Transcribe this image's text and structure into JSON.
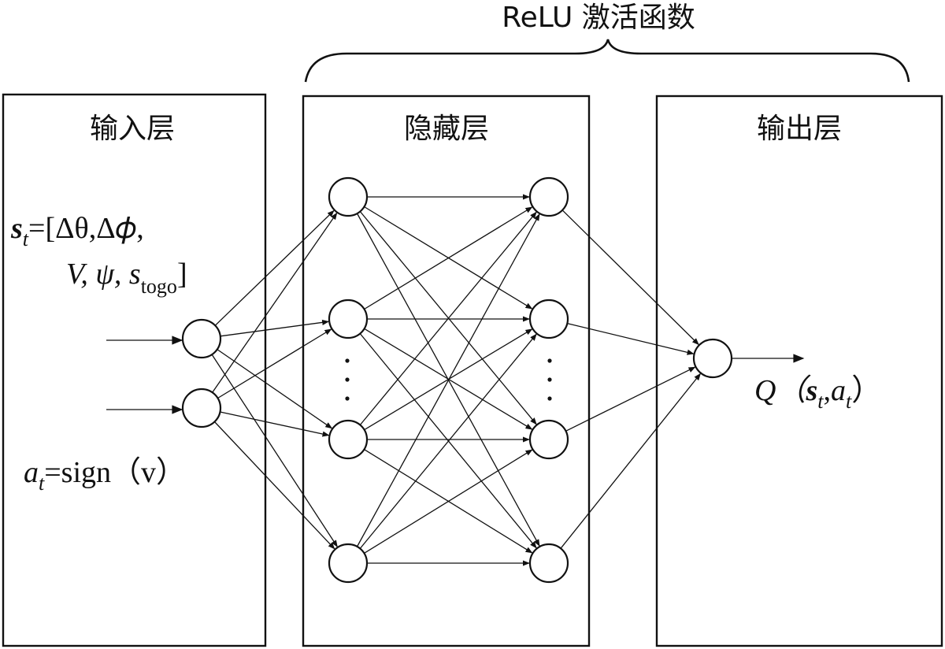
{
  "activation_label": "ReLU 激活函数",
  "layers": {
    "input": {
      "title": "输入层"
    },
    "hidden": {
      "title": "隐藏层"
    },
    "output": {
      "title": "输出层"
    }
  },
  "input_state": {
    "symbol": "s",
    "subscript": "t",
    "line1_rest": "=[Δθ,Δ𝜙,",
    "line2_main": "V, ψ, s",
    "line2_sub": "togo",
    "line2_end": "]"
  },
  "input_action": {
    "symbol": "a",
    "subscript": "t",
    "rest": "=sign（v）"
  },
  "output_value": {
    "prefix": "Q（",
    "s": "s",
    "s_sub": "t",
    "comma": ",",
    "a": "a",
    "a_sub": "t",
    "suffix": "）"
  },
  "ellipsis": "⋮"
}
